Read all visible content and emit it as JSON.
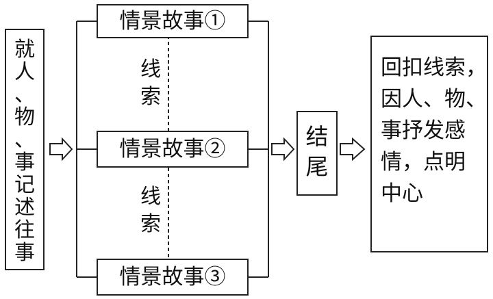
{
  "source": {
    "text": "就\n人\n、\n物\n、\n事\n记\n述\n往\n事"
  },
  "stories": [
    {
      "label": "情景故事①"
    },
    {
      "label": "情景故事②"
    },
    {
      "label": "情景故事③"
    }
  ],
  "clues": [
    {
      "text": "线\n索"
    },
    {
      "text": "线\n索"
    }
  ],
  "ending": {
    "text": "结\n尾"
  },
  "summary": {
    "text": "回扣线索，\n因人、物、\n事抒发感\n情，点明\n中心"
  }
}
